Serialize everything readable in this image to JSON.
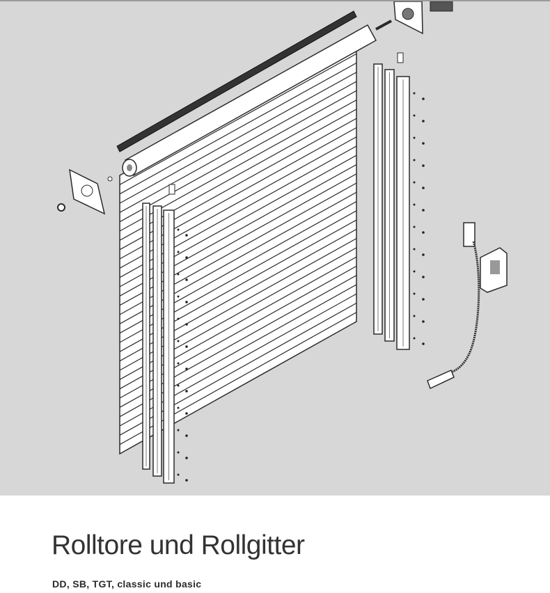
{
  "document": {
    "title": "Rolltore und Rollgitter",
    "subtitle": "DD, SB, TGT, classic und basic"
  },
  "illustration": {
    "background": "#d7d7d7",
    "stroke": "#2a2a2a",
    "part_fill": "#ffffff",
    "slat_count": 30
  }
}
